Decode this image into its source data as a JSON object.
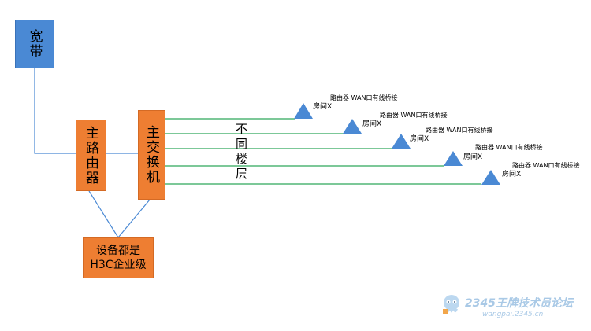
{
  "nodes": {
    "broadband": "宽带",
    "main_router": "主路由器",
    "main_switch": "主交换机",
    "enterprise_note": "设备都是\nH3C企业级"
  },
  "floors_label": "不同楼层",
  "rooms": [
    {
      "room": "房间X",
      "note": "路由器 WAN口有线桥接"
    },
    {
      "room": "房间X",
      "note": "路由器 WAN口有线桥接"
    },
    {
      "room": "房间X",
      "note": "路由器 WAN口有线桥接"
    },
    {
      "room": "房间X",
      "note": "路由器 WAN口有线桥接"
    },
    {
      "room": "房间X",
      "note": "路由器 WAN口有线桥接"
    }
  ],
  "watermark": {
    "title": "2345王牌技术员论坛",
    "url": "wangpai.2345.cn"
  },
  "colors": {
    "blue_box": "#4a89d4",
    "orange_box": "#ee7e32",
    "blue_line": "#4a89d4",
    "green_line": "#2ea85a",
    "triangle": "#4a89d4"
  }
}
